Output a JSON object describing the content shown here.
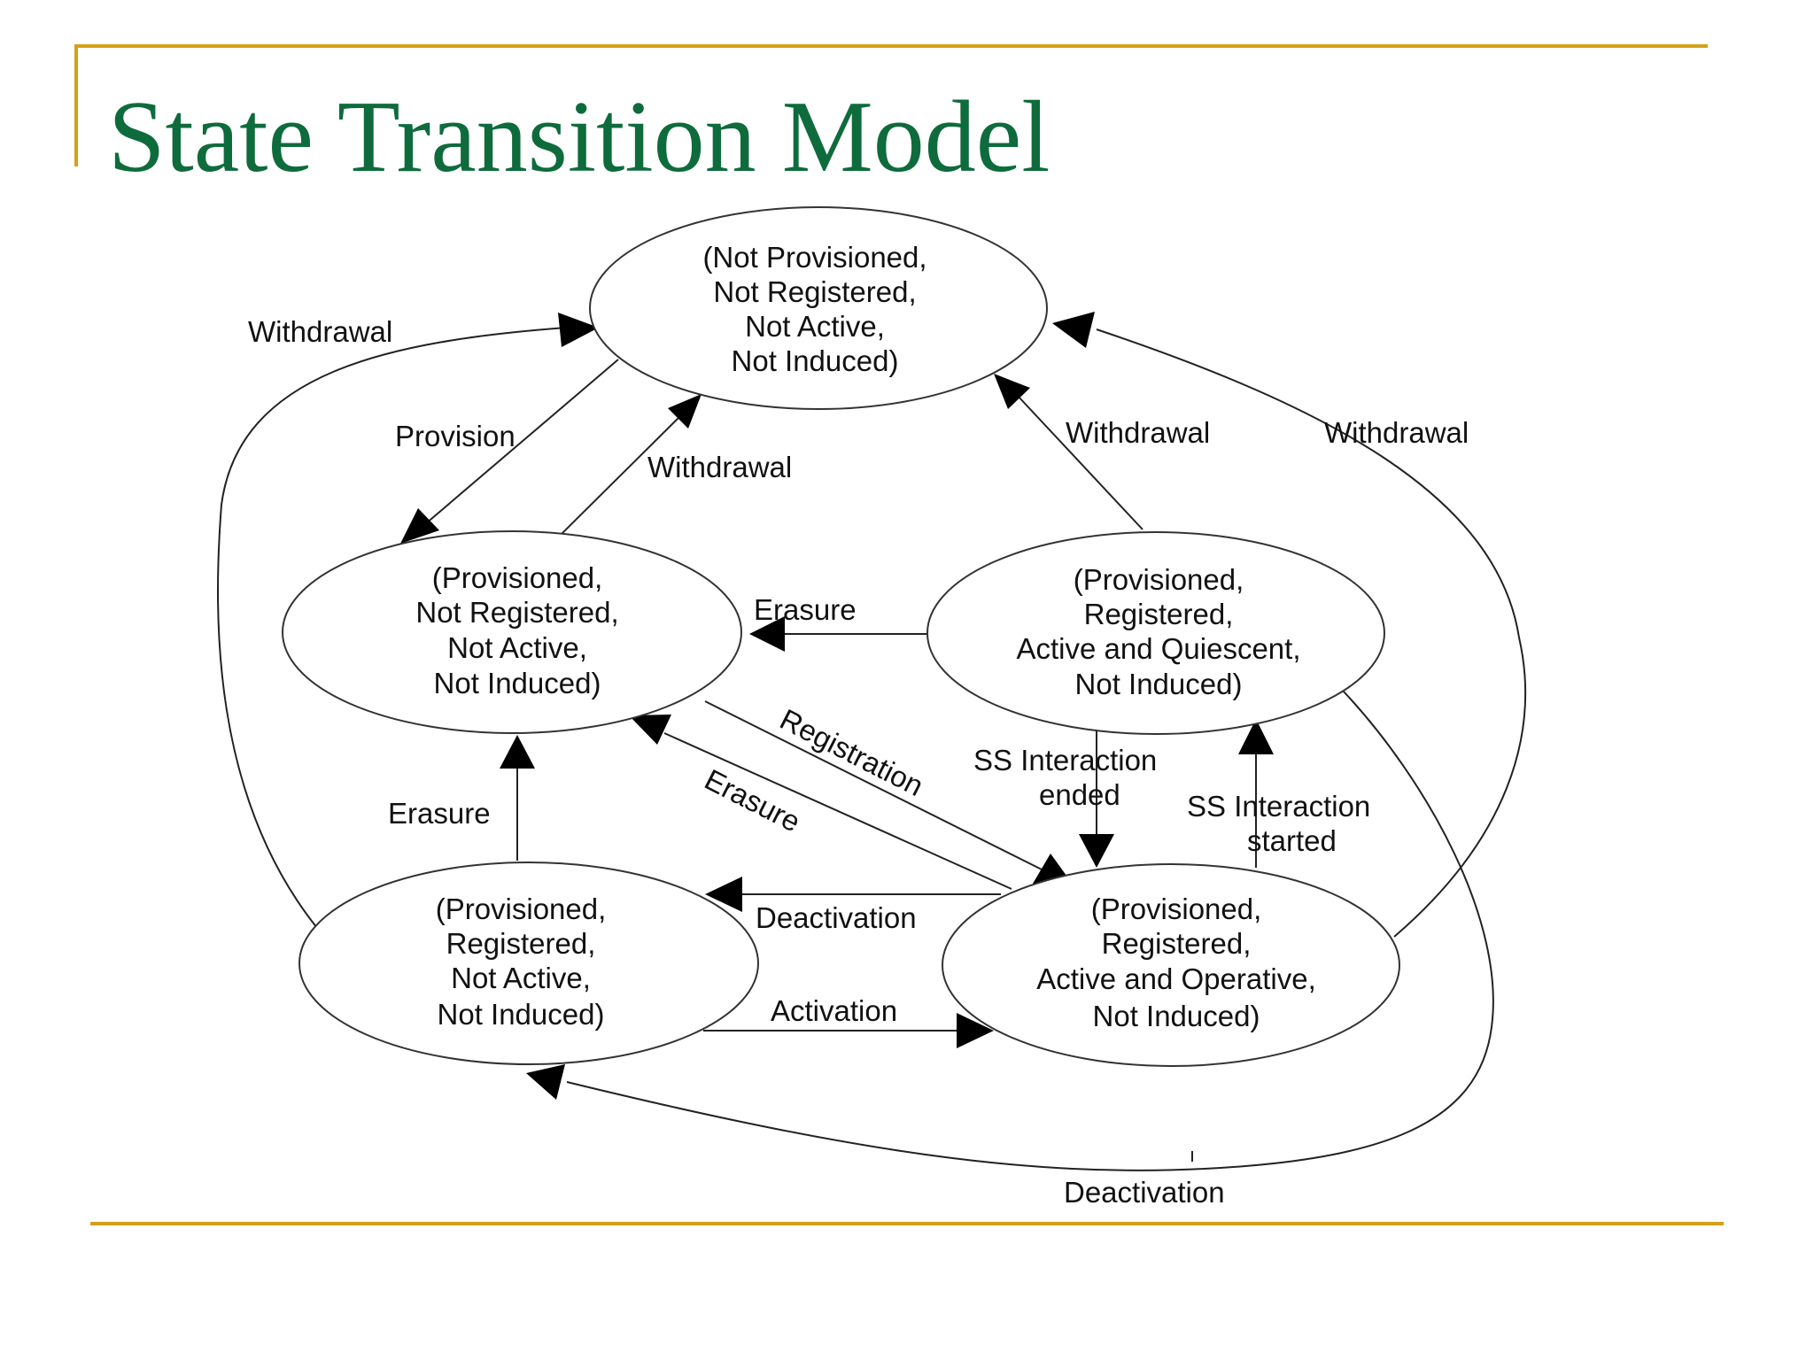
{
  "slide": {
    "title": "State Transition Model",
    "accent_color": "#d4a017",
    "title_color": "#0e6b3c"
  },
  "states": {
    "s0": [
      "(Not Provisioned,",
      "Not Registered,",
      "Not Active,",
      "Not Induced)"
    ],
    "s1": [
      "(Provisioned,",
      "Not Registered,",
      "Not Active,",
      "Not Induced)"
    ],
    "s2": [
      "(Provisioned,",
      "Registered,",
      "Active and Quiescent,",
      "Not Induced)"
    ],
    "s3": [
      "(Provisioned,",
      "Registered,",
      "Not Active,",
      "Not Induced)"
    ],
    "s4": [
      "(Provisioned,",
      "Registered,",
      "Active and Operative,",
      "Not Induced)"
    ]
  },
  "transitions": {
    "withdrawal_outer_left": "Withdrawal",
    "provision": "Provision",
    "withdrawal_s1": "Withdrawal",
    "withdrawal_s2": "Withdrawal",
    "withdrawal_outer_right": "Withdrawal",
    "erasure_s2": "Erasure",
    "registration": "Registration",
    "erasure_diag": "Erasure",
    "erasure_s3": "Erasure",
    "ss_ended_1": "SS Interaction",
    "ss_ended_2": "ended",
    "ss_started_1": "SS Interaction",
    "ss_started_2": "started",
    "deactivation_mid": "Deactivation",
    "activation": "Activation",
    "deactivation_bottom": "Deactivation"
  }
}
